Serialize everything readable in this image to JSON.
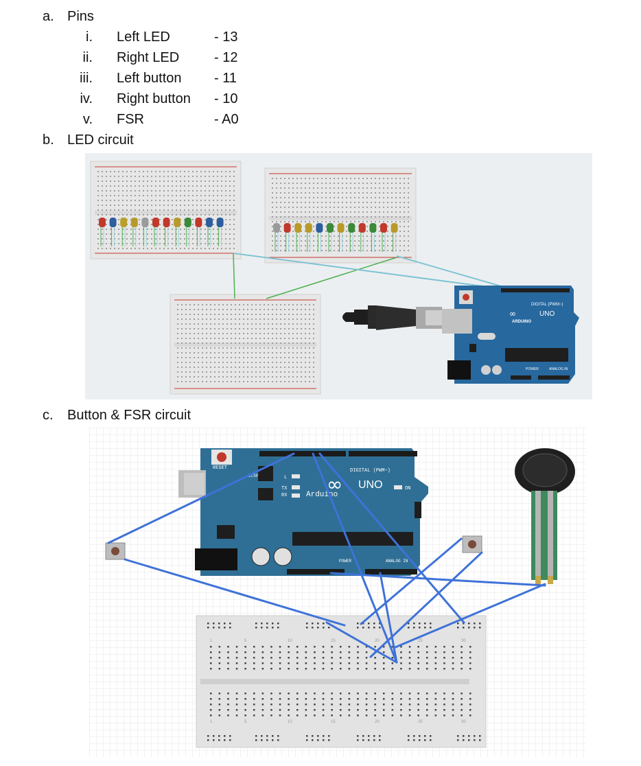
{
  "sections": {
    "a": {
      "marker": "a.",
      "title": "Pins"
    },
    "b": {
      "marker": "b.",
      "title": "LED circuit"
    },
    "c": {
      "marker": "c.",
      "title": "Button & FSR circuit"
    }
  },
  "pins": [
    {
      "numeral": "i.",
      "name": "Left LED",
      "pin": "- 13"
    },
    {
      "numeral": "ii.",
      "name": "Right LED",
      "pin": "- 12"
    },
    {
      "numeral": "iii.",
      "name": "Left button",
      "pin": "- 11"
    },
    {
      "numeral": "iv.",
      "name": "Right button",
      "pin": "- 10"
    },
    {
      "numeral": "v.",
      "name": "FSR",
      "pin": "- A0"
    }
  ],
  "led_figure": {
    "board_brand": "ARDUINO",
    "board_model": "UNO",
    "digital_header": "DIGITAL (PWM~)",
    "power_label": "POWER",
    "analog_label": "ANALOG IN",
    "led_colors_left": [
      "#c0392b",
      "#2e5e9e",
      "#b8a02a",
      "#b89a2a",
      "#9a9a9a",
      "#c0392b",
      "#c0392b",
      "#b89a2a",
      "#3a8a3a",
      "#c0392b",
      "#2e5e9e",
      "#2e5e9e"
    ],
    "led_colors_right": [
      "#9a9a9a",
      "#c0392b",
      "#b89a2a",
      "#b89a2a",
      "#2e5e9e",
      "#3a8a3a",
      "#b89a2a",
      "#3a8a3a",
      "#c0392b",
      "#3a8a3a",
      "#c0392b",
      "#b89a2a"
    ]
  },
  "button_figure": {
    "reset_label": "RESET",
    "icsp_label": "ICSP",
    "board_text": "Arduino",
    "uno_label": "UNO",
    "digital_header": "DIGITAL (PWM~)",
    "on_label": "ON",
    "tx_label": "TX",
    "rx_label": "RX",
    "l_label": "L",
    "power_label": "POWER",
    "analog_label": "ANALOG IN",
    "breadboard_numbers": [
      "1",
      "5",
      "10",
      "15",
      "20",
      "25",
      "30"
    ]
  }
}
